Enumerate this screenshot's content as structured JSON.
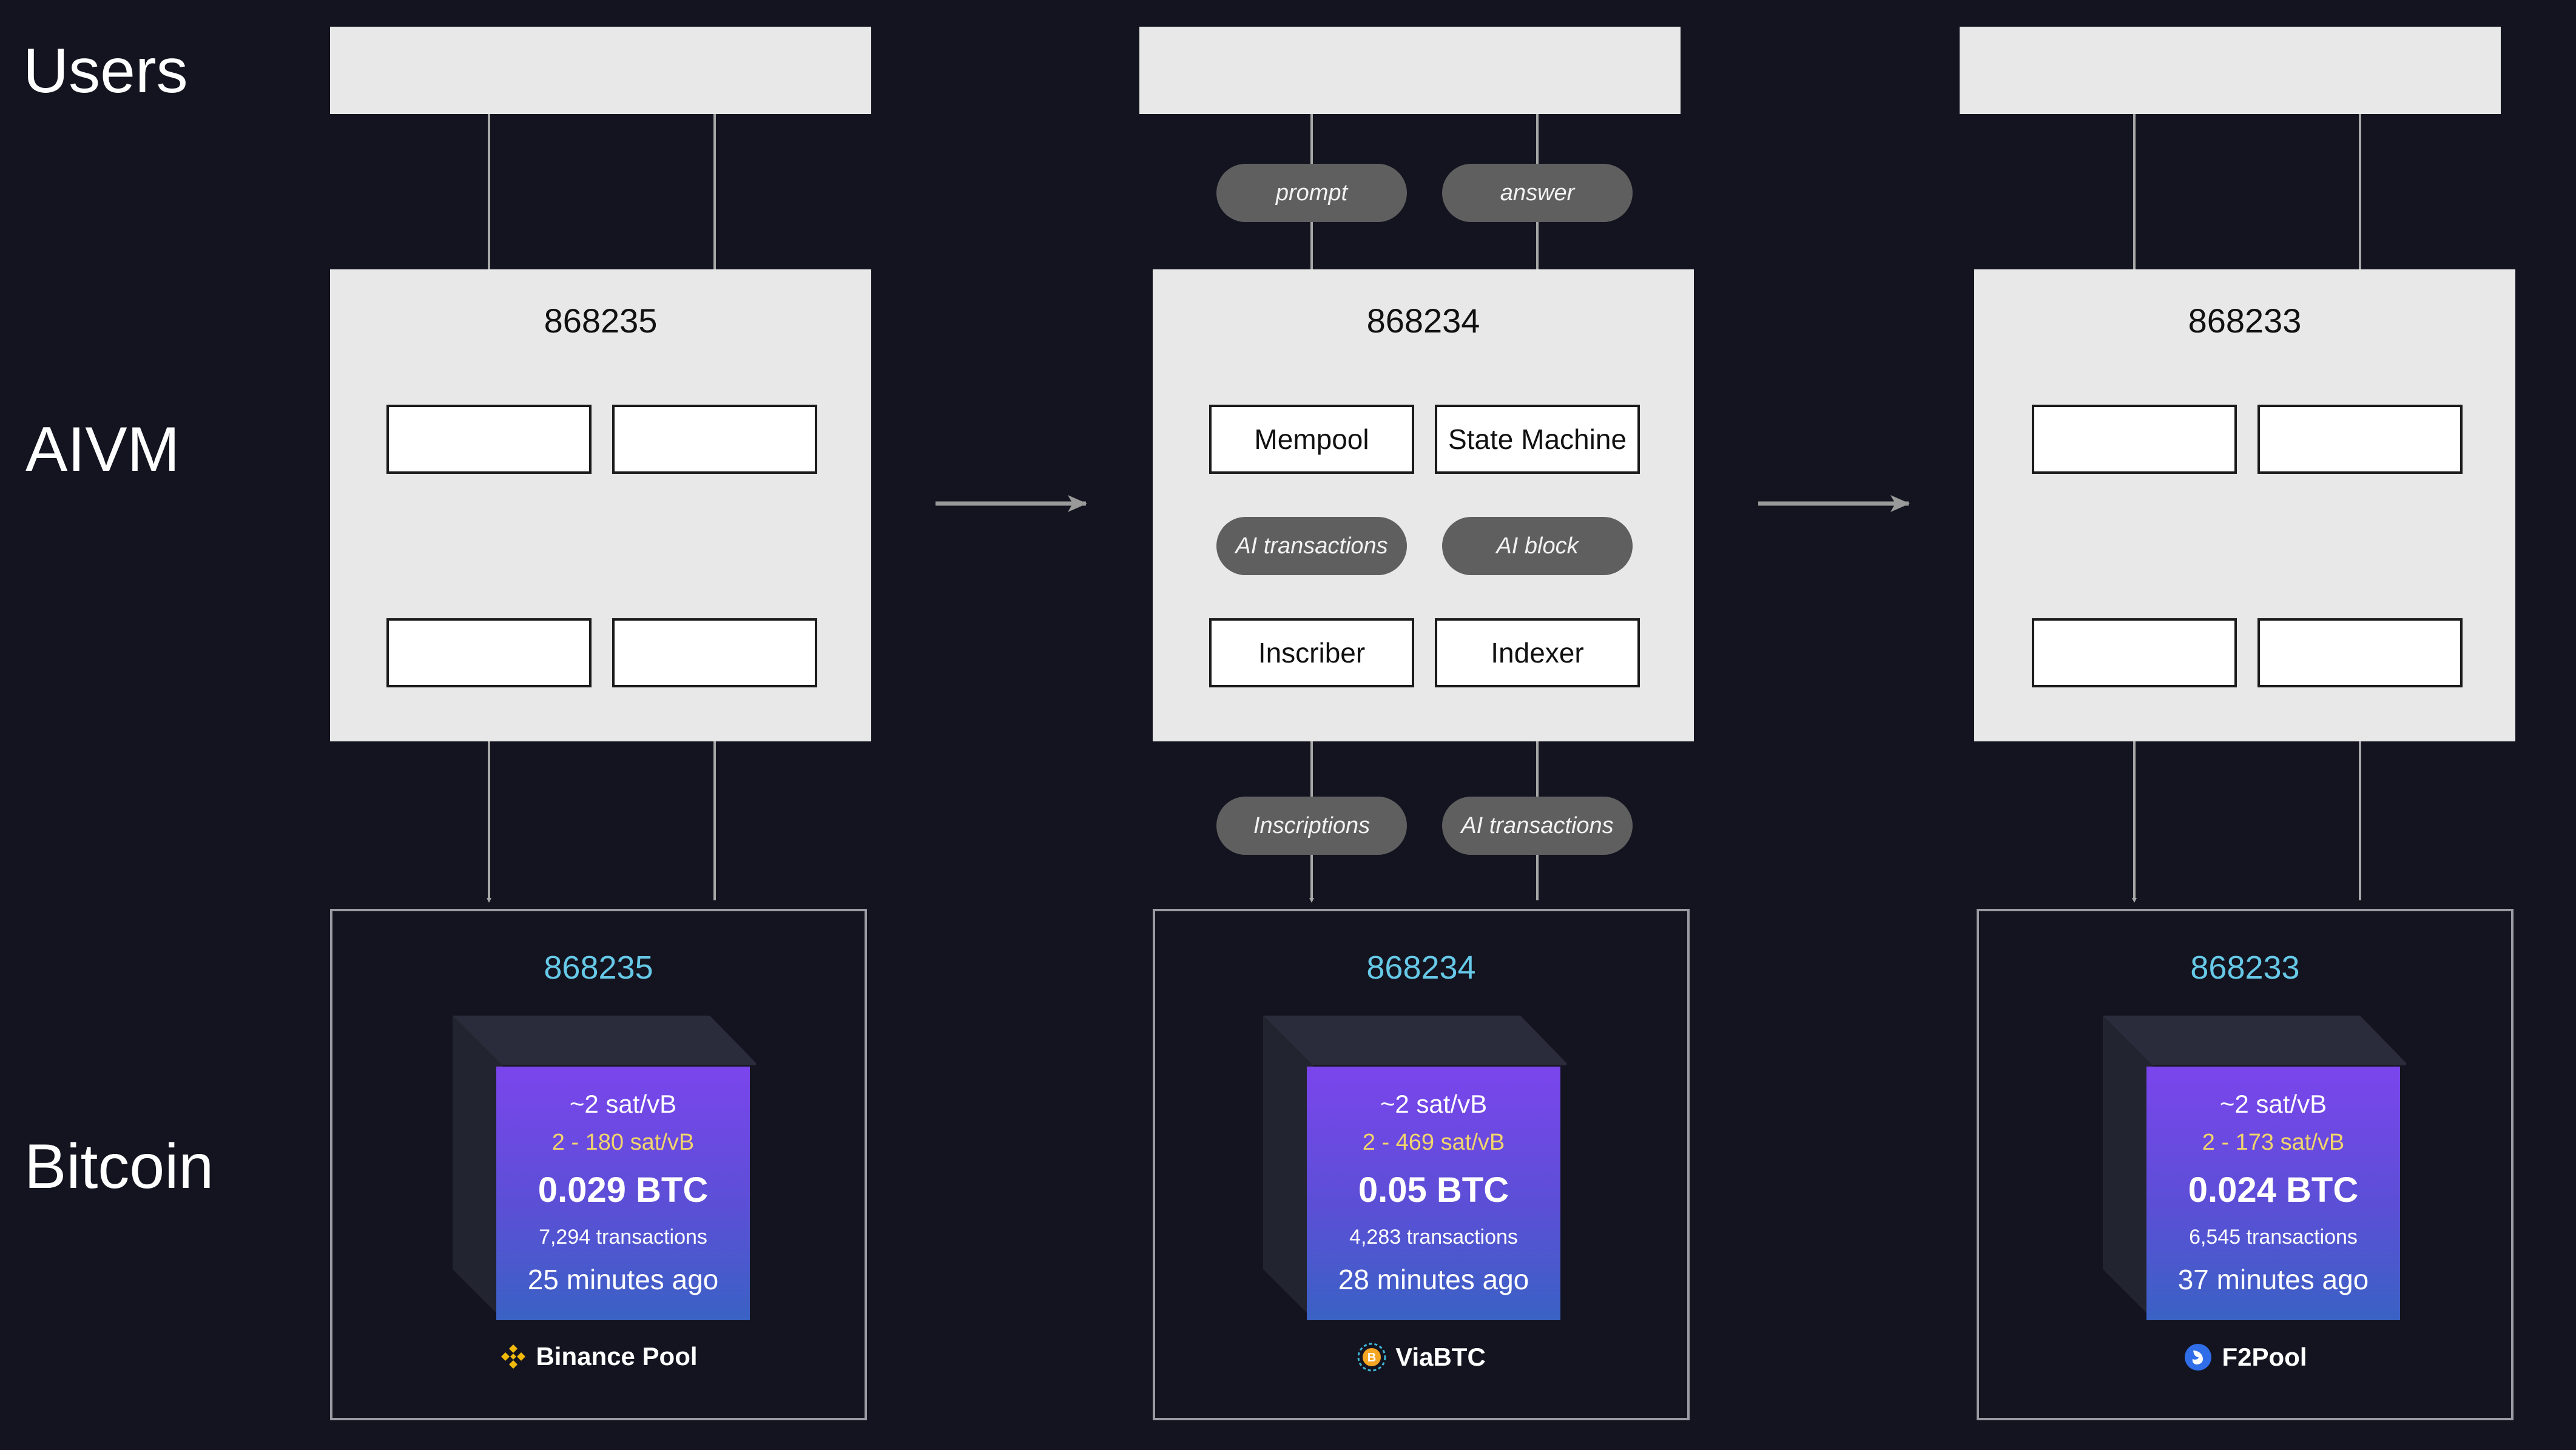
{
  "rows": {
    "users": "Users",
    "aivm": "AIVM",
    "bitcoin": "Bitcoin"
  },
  "columns": [
    {
      "aivm_block": "868235",
      "components": [
        "",
        "",
        "",
        ""
      ],
      "bitcoin": {
        "height": "868235",
        "fee": "~2 sat/vB",
        "fee_range": "2 - 180 sat/vB",
        "amount": "0.029 BTC",
        "transactions": "7,294 transactions",
        "age": "25 minutes ago",
        "pool": "Binance Pool",
        "pool_icon": "binance-pool-icon"
      }
    },
    {
      "aivm_block": "868234",
      "components": [
        "Mempool",
        "State Machine",
        "Inscriber",
        "Indexer"
      ],
      "flow_labels": {
        "prompt": "prompt",
        "answer": "answer",
        "ai_transactions_internal": "AI transactions",
        "ai_block": "AI block",
        "inscriptions": "Inscriptions",
        "ai_transactions_bitcoin": "AI transactions"
      },
      "bitcoin": {
        "height": "868234",
        "fee": "~2 sat/vB",
        "fee_range": "2 - 469 sat/vB",
        "amount": "0.05 BTC",
        "transactions": "4,283 transactions",
        "age": "28 minutes ago",
        "pool": "ViaBTC",
        "pool_icon": "viabtc-icon"
      }
    },
    {
      "aivm_block": "868233",
      "components": [
        "",
        "",
        "",
        ""
      ],
      "bitcoin": {
        "height": "868233",
        "fee": "~2 sat/vB",
        "fee_range": "2 - 173 sat/vB",
        "amount": "0.024 BTC",
        "transactions": "6,545 transactions",
        "age": "37 minutes ago",
        "pool": "F2Pool",
        "pool_icon": "f2pool-icon"
      }
    }
  ],
  "colors": {
    "background": "#13141f",
    "panel": "#e8e8e8",
    "pill": "#5f5f5f",
    "height_text": "#67c9e8",
    "fee_range_text": "#f2d56b",
    "cube_top": "#7b45ec",
    "cube_bottom": "#3a62c4"
  }
}
